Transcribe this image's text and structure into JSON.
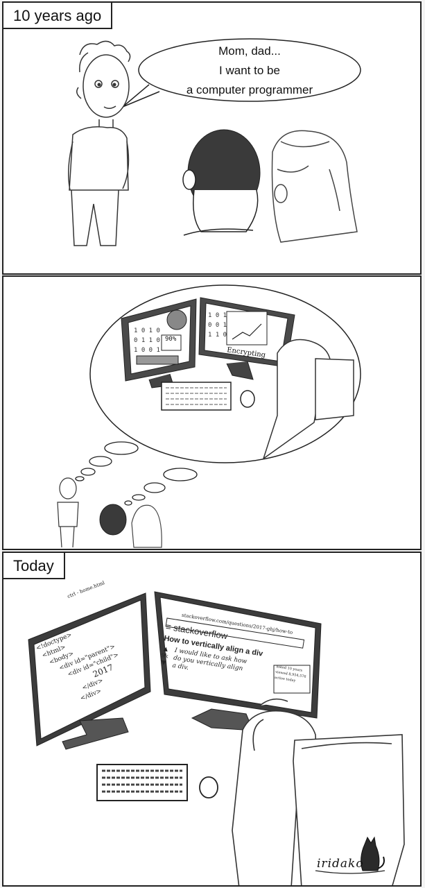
{
  "panels": [
    {
      "caption": "10 years ago",
      "speech": [
        "Mom, dad...",
        "I want to be",
        "a computer programmer"
      ]
    },
    {
      "caption": "",
      "dream_screen_text": {
        "percent": "90%",
        "status": "Encrypting"
      }
    },
    {
      "caption": "Today",
      "editor": {
        "tab": "ctrl - home.html",
        "lines": [
          "<!doctype>",
          "<html>",
          "<body>",
          "<div id=\"parent\">",
          "<div id=\"child\">",
          "2017",
          "</div>",
          "</div>"
        ]
      },
      "browser": {
        "url": "stackoverflow.com/questions/2017-ghj/how-to",
        "site": "stackoverflow",
        "question_title": "How to vertically align a div",
        "votes": "9k",
        "question_body": [
          "I would like to ask how",
          "do you vertically align",
          "a div."
        ],
        "meta": [
          "asked 10 years",
          "viewed 8,954,576",
          "active today"
        ]
      },
      "signature": "iridako"
    }
  ]
}
